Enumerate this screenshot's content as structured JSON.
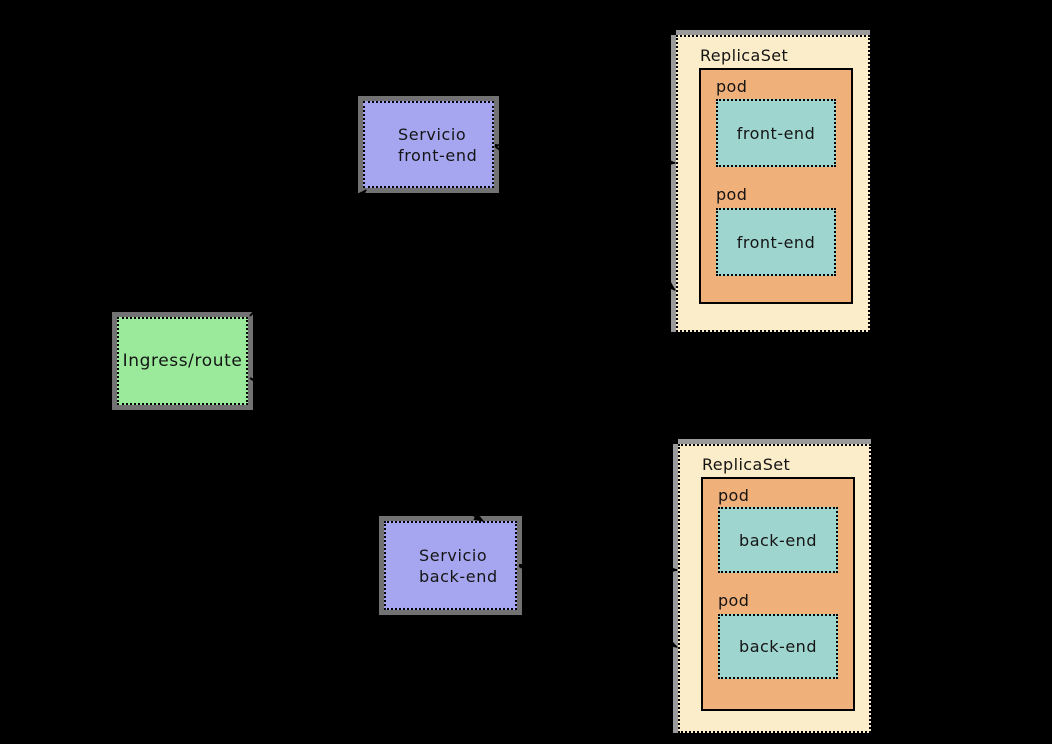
{
  "diagram": {
    "background": "#000000",
    "shadow_color": "#9A9A9A",
    "edge_color": "#000000",
    "ingress": {
      "label": "Ingress/route",
      "fill": "#9BEA9B"
    },
    "services": [
      {
        "id": "servicio-front-end",
        "lines": [
          "Servicio",
          "front-end"
        ],
        "fill": "#A6A6F0"
      },
      {
        "id": "servicio-back-end",
        "lines": [
          "Servicio",
          "back-end"
        ],
        "fill": "#A6A6F0"
      }
    ],
    "replicasets": [
      {
        "label": "ReplicaSet",
        "fill": "#FBEDC9",
        "inner_fill": "#F0B07A",
        "container_fill": "#9FD5CF",
        "pods": [
          {
            "label": "pod",
            "container": "front-end"
          },
          {
            "label": "pod",
            "container": "front-end"
          }
        ]
      },
      {
        "label": "ReplicaSet",
        "fill": "#FBEDC9",
        "inner_fill": "#F0B07A",
        "container_fill": "#9FD5CF",
        "pods": [
          {
            "label": "pod",
            "container": "back-end"
          },
          {
            "label": "pod",
            "container": "back-end"
          }
        ]
      }
    ],
    "edges": [
      {
        "from": "Ingress/route",
        "to": "Servicio front-end"
      },
      {
        "from": "Ingress/route",
        "to": "Servicio back-end"
      },
      {
        "from": "Servicio front-end",
        "to": "ReplicaSet front-end pod 1"
      },
      {
        "from": "Servicio front-end",
        "to": "ReplicaSet front-end pod 2"
      },
      {
        "from": "Servicio back-end",
        "to": "ReplicaSet back-end pod 1"
      },
      {
        "from": "Servicio back-end",
        "to": "ReplicaSet back-end pod 2"
      }
    ]
  }
}
